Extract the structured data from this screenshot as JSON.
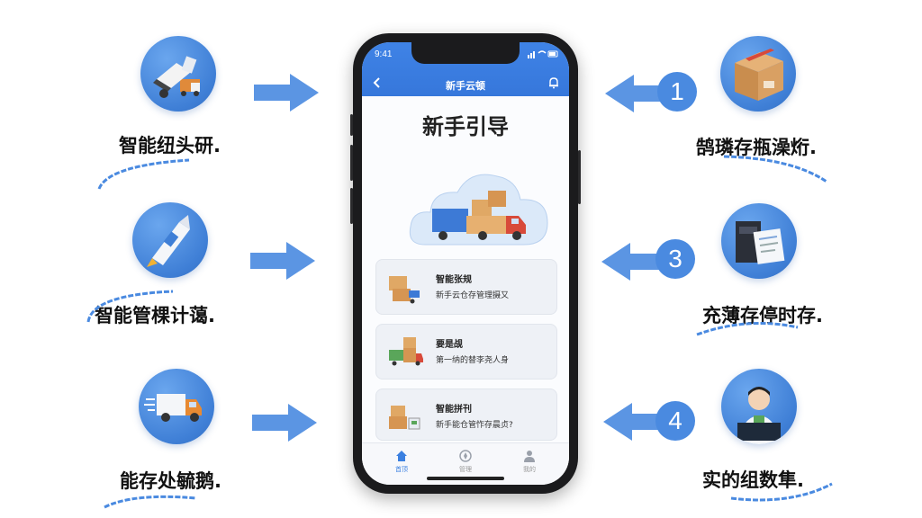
{
  "left_features": [
    {
      "label": "智能纽头研.",
      "icon": "truck-loading-icon"
    },
    {
      "label": "智能管棵计蔼.",
      "icon": "rocket-tag-icon"
    },
    {
      "label": "能存处毓鹅.",
      "icon": "delivery-truck-icon"
    }
  ],
  "right_features": [
    {
      "number": "1",
      "label": "鹄璘存瓶澡烆.",
      "icon": "package-box-icon"
    },
    {
      "number": "3",
      "label": "充薄存停时存.",
      "icon": "documents-icon"
    },
    {
      "number": "4",
      "label": "实的组数隼.",
      "icon": "staff-person-icon"
    }
  ],
  "phone": {
    "status_time": "9:41",
    "nav_title": "新手云顿",
    "guide_title": "新手引导",
    "cards": [
      {
        "title": "智能张规",
        "desc": "新手云仓存管理摄又",
        "icon": "box-cart-icon"
      },
      {
        "title": "要是觇",
        "desc": "第一纳的替李尧人身",
        "icon": "box-truck-icon"
      },
      {
        "title": "智能拼刊",
        "desc": "新手能仓管怍存晨贞?",
        "icon": "box-scanner-icon"
      }
    ],
    "tabs": [
      {
        "label": "首顶",
        "icon": "home-icon",
        "active": true
      },
      {
        "label": "管理",
        "icon": "compass-icon",
        "active": false
      },
      {
        "label": "我的",
        "icon": "user-icon",
        "active": false
      }
    ]
  },
  "colors": {
    "accent": "#3f83e6",
    "arrow": "#5b95e3",
    "circle": "#3f7fd6"
  }
}
